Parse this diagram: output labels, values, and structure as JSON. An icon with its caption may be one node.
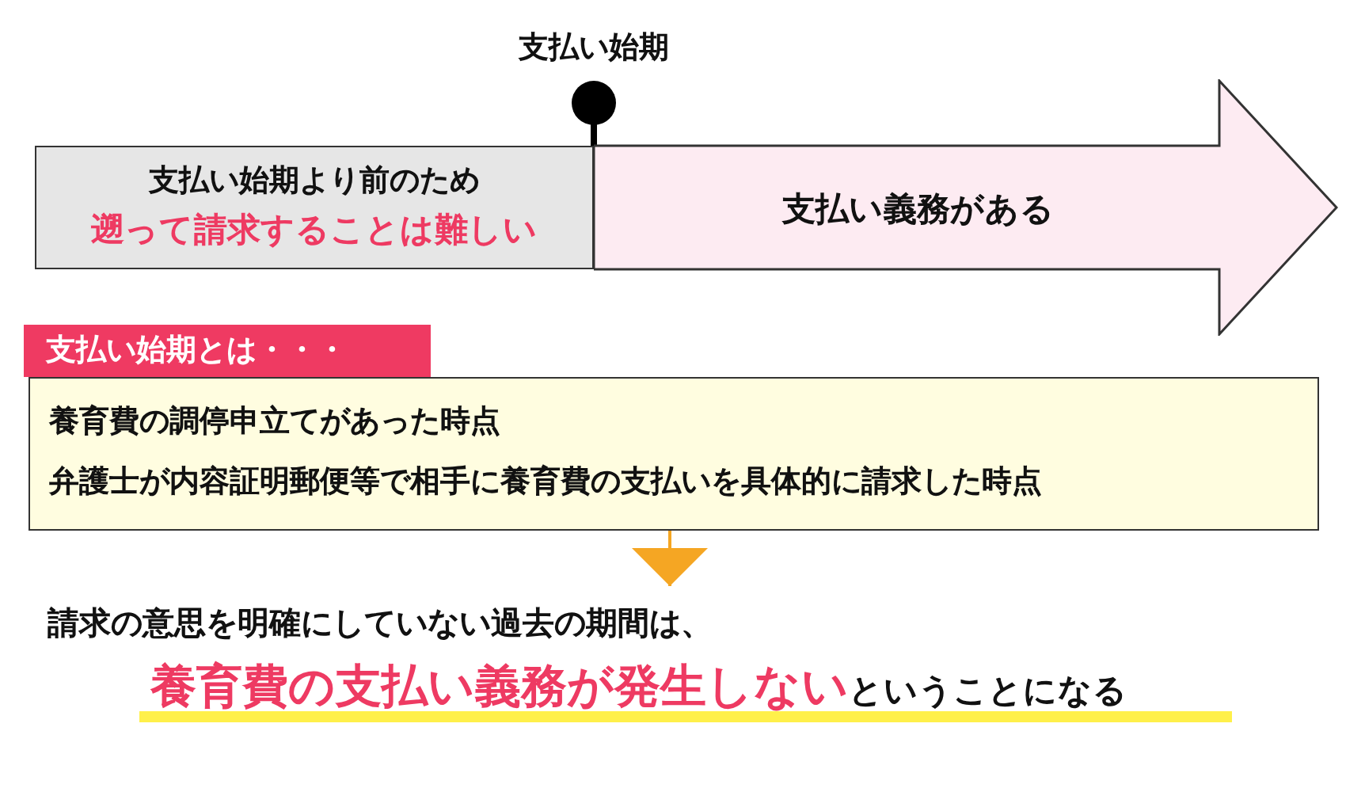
{
  "diagram": {
    "nodes": [
      {
        "text": [
          "支払い始期より前のため",
          "遡って請求することは難しい"
        ]
      },
      {
        "text": [
          "支払い義務がある"
        ]
      },
      {
        "text": [
          "支払い始期とは・・・"
        ]
      },
      {
        "text": [
          "養育費の調停申立てがあった時点",
          "弁護士が内容証明郵便等で相手に養育費の支払いを具体的に請求した時点"
        ]
      },
      {
        "text": [
          "請求の意思を明確にしていない過去の期間は、",
          "**養育費の支払い義務が発生しない**ということになる"
        ]
      }
    ],
    "edges": [
      {
        "from": 3,
        "to": 4,
        "arrow": "to",
        "color": "#f5a623"
      }
    ],
    "labels": [
      "支払い始期"
    ]
  }
}
